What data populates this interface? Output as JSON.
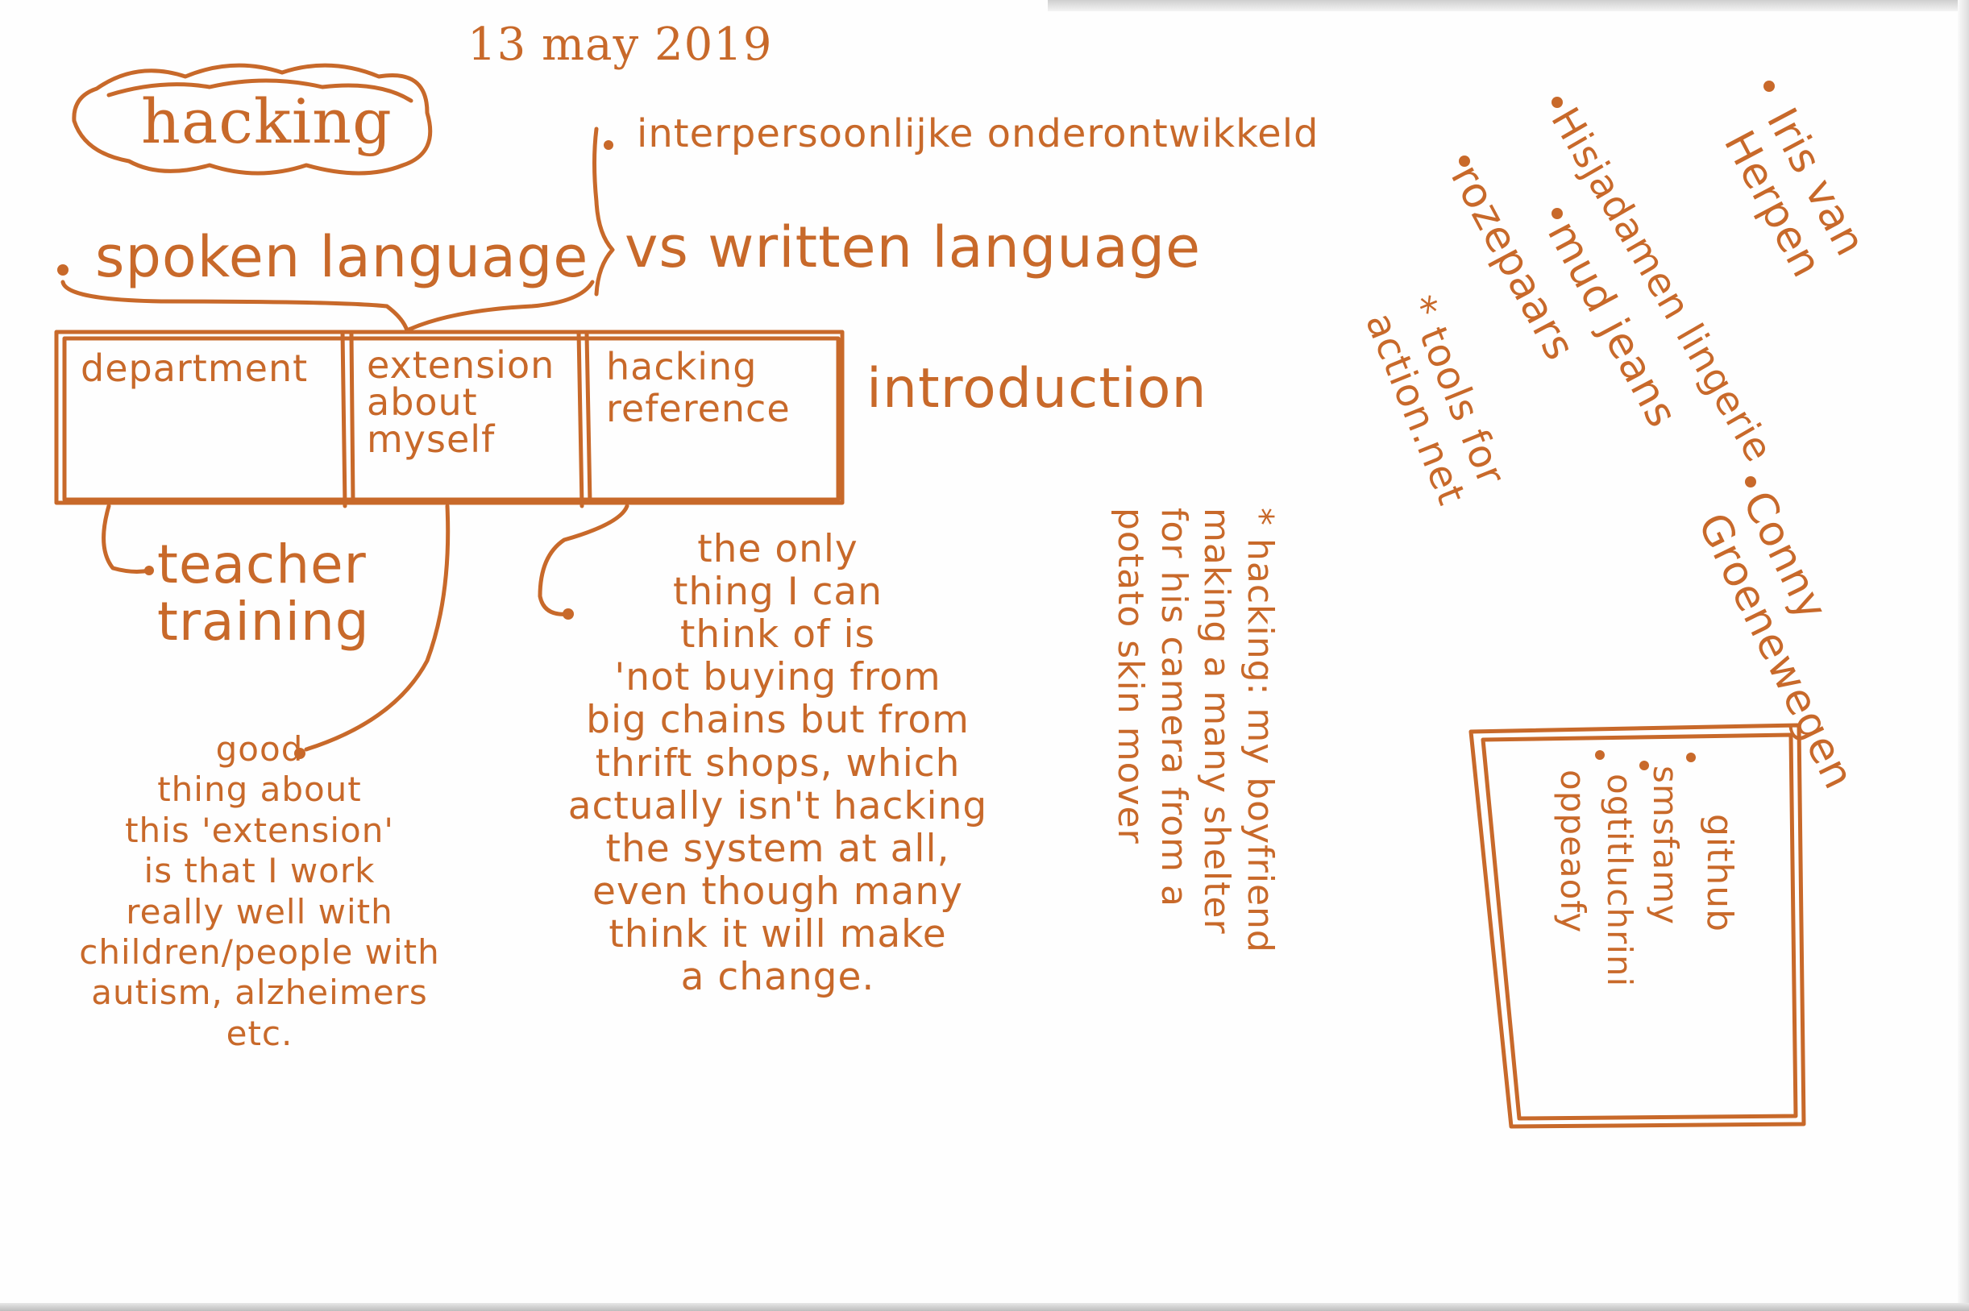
{
  "date": "13 may 2019",
  "title": "hacking",
  "top_note": "interpersoonlijke onderontwikkeld",
  "spoken_language": "spoken language",
  "vs_written": "vs written language",
  "boxes": [
    "department",
    "extension\nabout\nmyself",
    "hacking\nreference"
  ],
  "introduction": "introduction",
  "teacher_training": "teacher\ntraining",
  "good_thing": "good\nthing about\nthis 'extension'\nis that I work\nreally well with\nchildren/people with\nautism, alzheimers\netc.",
  "only_thing": "the only\nthing I can\nthink of is\n'not buying from\nbig chains but from\nthrift shops, which\nactually isn't hacking\nthe system at all,\neven though many\nthink it will make\na change.",
  "hacking_boyfriend": "* hacking: my boyfriend\nmaking a many shelter\nfor his camera from a\npotato skin mover",
  "tools_for_action": "* tools for\naction.net",
  "names": {
    "iris": "Iris van\nHerpen",
    "hisja": "Hisjadamen lingerie",
    "mud": "mud jeans",
    "roze": "rozepaars",
    "conny": "Conny\nGroenewegen"
  },
  "github_box": {
    "label": "github",
    "items": [
      "smsfamy",
      "ogtitluchrini",
      "oppeaofy"
    ]
  }
}
